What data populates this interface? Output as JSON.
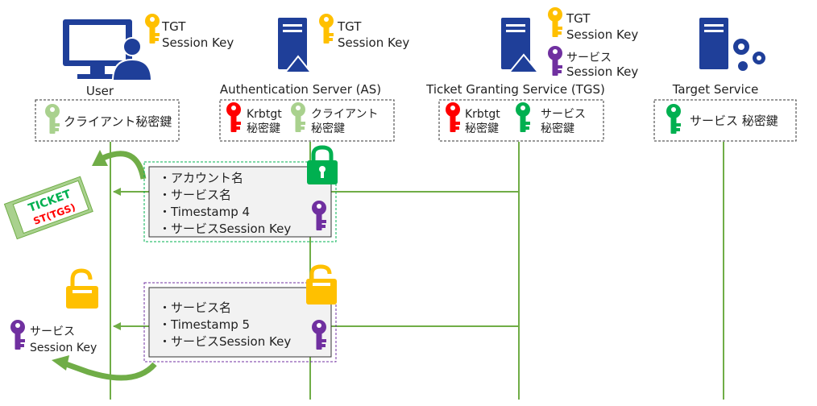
{
  "columns": {
    "user": {
      "label": "User",
      "key_box": "クライアント秘密鍵"
    },
    "as": {
      "label": "Authentication Server (AS)",
      "keys": [
        [
          "Krbtgt",
          "秘密鍵"
        ],
        [
          "クライアント",
          "秘密鍵"
        ]
      ]
    },
    "tgs": {
      "label": "Ticket Granting Service (TGS)",
      "keys": [
        [
          "Krbtgt",
          "秘密鍵"
        ],
        [
          "サービス",
          "秘密鍵"
        ]
      ]
    },
    "target": {
      "label": "Target Service",
      "key_box": "サービス 秘密鍵"
    }
  },
  "held_keys": {
    "user_tgt": [
      "TGT",
      "Session Key"
    ],
    "as_tgt": [
      "TGT",
      "Session Key"
    ],
    "tgs_tgt": [
      "TGT",
      "Session Key"
    ],
    "tgs_service": [
      "サービス",
      "Session Key"
    ],
    "user_service": [
      "サービス",
      "Session Key"
    ]
  },
  "ticket": {
    "title": "TICKET",
    "subtitle": "ST(TGS)"
  },
  "message_1": {
    "items": [
      "・アカウント名",
      "・サービス名",
      "・Timestamp 4",
      "・サービスSession Key"
    ]
  },
  "message_2": {
    "items": [
      "・サービス名",
      "・Timestamp 5",
      "・サービスSession Key"
    ]
  },
  "colors": {
    "lifeline": "#70ad47",
    "key_gold": "#ffc000",
    "key_red": "#ff0000",
    "key_green": "#00b050",
    "key_light_green": "#a9d18e",
    "key_purple": "#7030a0",
    "server_blue": "#1f3f99",
    "lock_green": "#00b050",
    "lock_gold": "#ffc000"
  }
}
